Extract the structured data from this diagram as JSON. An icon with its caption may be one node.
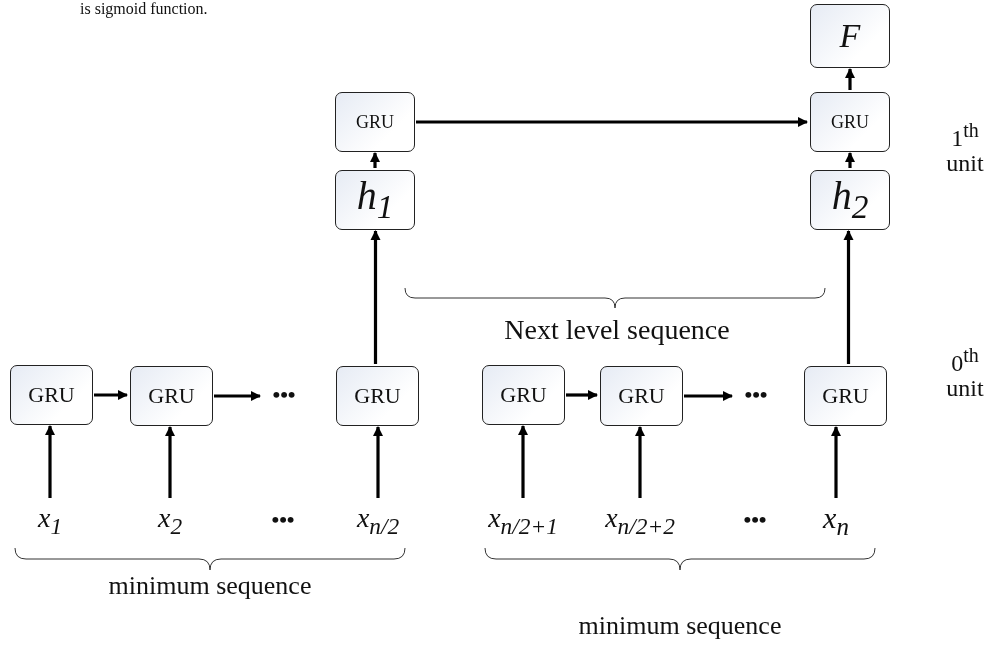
{
  "diagram": {
    "nodes": [
      {
        "text": [
          "F"
        ]
      },
      {
        "text": [
          "GRU"
        ]
      },
      {
        "text": [
          "GRU"
        ]
      },
      {
        "text": [
          "h$_{1}$"
        ]
      },
      {
        "text": [
          "h$_{2}$"
        ]
      },
      {
        "text": [
          "GRU"
        ]
      },
      {
        "text": [
          "GRU"
        ]
      },
      {
        "text": [
          "•••"
        ]
      },
      {
        "text": [
          "GRU"
        ]
      },
      {
        "text": [
          "GRU"
        ]
      },
      {
        "text": [
          "GRU"
        ]
      },
      {
        "text": [
          "•••"
        ]
      },
      {
        "text": [
          "GRU"
        ]
      },
      {
        "text": [
          "x$_{1}$"
        ]
      },
      {
        "text": [
          "x$_{2}$"
        ]
      },
      {
        "text": [
          "x$_{n/2}$"
        ]
      },
      {
        "text": [
          "x$_{n/2+1}$"
        ]
      },
      {
        "text": [
          "x$_{n/2+2}$"
        ]
      },
      {
        "text": [
          "x$_{n}$"
        ]
      }
    ],
    "edges": [
      {
        "from": 5,
        "to": 6,
        "arrow": "to"
      },
      {
        "from": 6,
        "to": 7,
        "arrow": "to"
      },
      {
        "from": 9,
        "to": 10,
        "arrow": "to"
      },
      {
        "from": 10,
        "to": 11,
        "arrow": "to"
      },
      {
        "from": 8,
        "to": 3,
        "arrow": "to"
      },
      {
        "from": 12,
        "to": 4,
        "arrow": "to"
      },
      {
        "from": 3,
        "to": 1,
        "arrow": "to"
      },
      {
        "from": 4,
        "to": 2,
        "arrow": "to"
      },
      {
        "from": 1,
        "to": 2,
        "arrow": "to"
      },
      {
        "from": 2,
        "to": 0,
        "arrow": "to"
      },
      {
        "from": 13,
        "to": 5,
        "arrow": "to"
      },
      {
        "from": 14,
        "to": 6,
        "arrow": "to"
      },
      {
        "from": 15,
        "to": 8,
        "arrow": "to"
      },
      {
        "from": 16,
        "to": 9,
        "arrow": "to"
      },
      {
        "from": 17,
        "to": 10,
        "arrow": "to"
      },
      {
        "from": 18,
        "to": 12,
        "arrow": "to"
      }
    ],
    "labels": [
      "is sigmoid function.",
      "1$^{th}$ unit",
      "Next level sequence",
      "0$^{th}$ unit",
      "•••",
      "•••",
      "minimum sequence",
      "minimum sequence"
    ]
  }
}
